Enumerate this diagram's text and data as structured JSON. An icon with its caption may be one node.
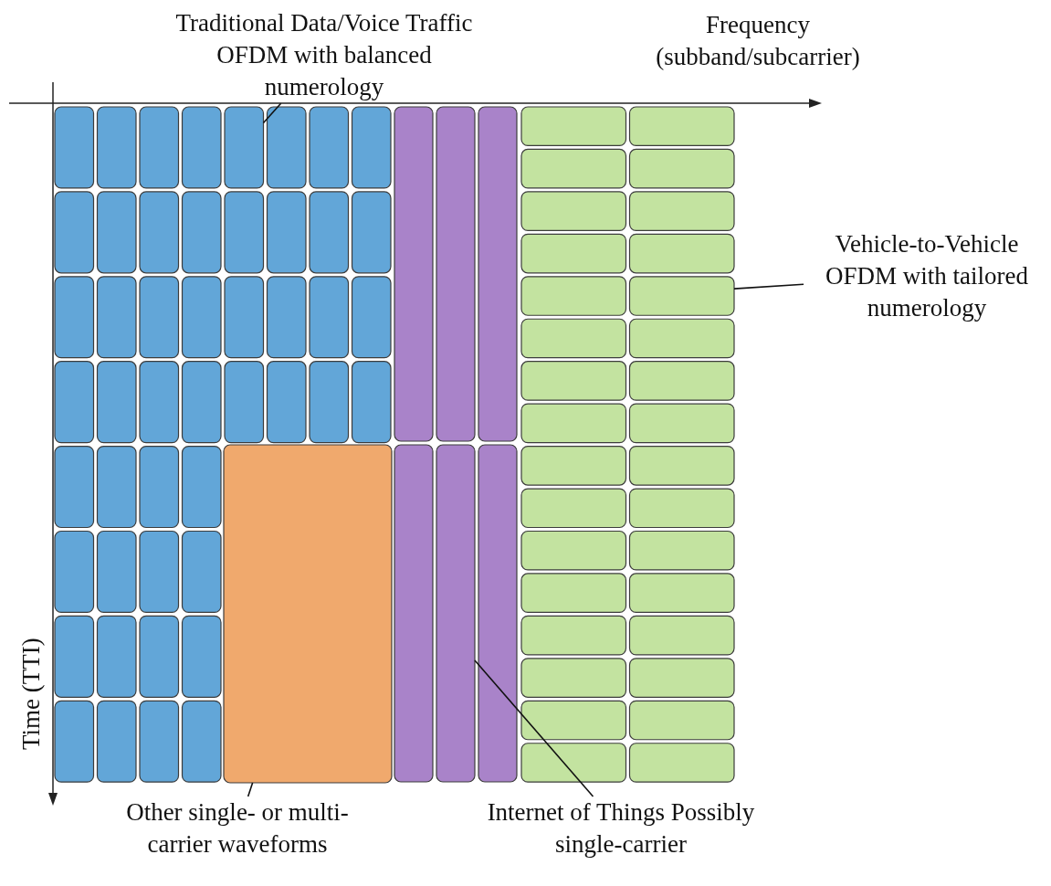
{
  "diagram": {
    "nodes": [
      {
        "text": [
          "Traditional Data/Voice Traffic OFDM with balanced numerology"
        ]
      },
      {
        "text": [],
        "shape": "box"
      },
      {
        "text": [
          "Vehicle-to-Vehicle OFDM with tailored numerology"
        ]
      },
      {
        "text": [],
        "shape": "box"
      },
      {
        "text": [],
        "shape": "box"
      },
      {
        "text": [],
        "shape": "box"
      },
      {
        "text": [
          "Other single- or multi-carrier waveforms"
        ]
      },
      {
        "text": [
          "Internet of Things Possibly single-carrier"
        ]
      }
    ],
    "edges": [
      {
        "from": 0,
        "to": 1,
        "arrow": "none"
      },
      {
        "from": 2,
        "to": 3,
        "arrow": "none"
      },
      {
        "from": 6,
        "to": 4,
        "arrow": "none"
      },
      {
        "from": 7,
        "to": 5,
        "arrow": "none"
      }
    ],
    "labels": [
      "Frequency (subband/subcarrier)",
      "Time (TTI)"
    ]
  }
}
